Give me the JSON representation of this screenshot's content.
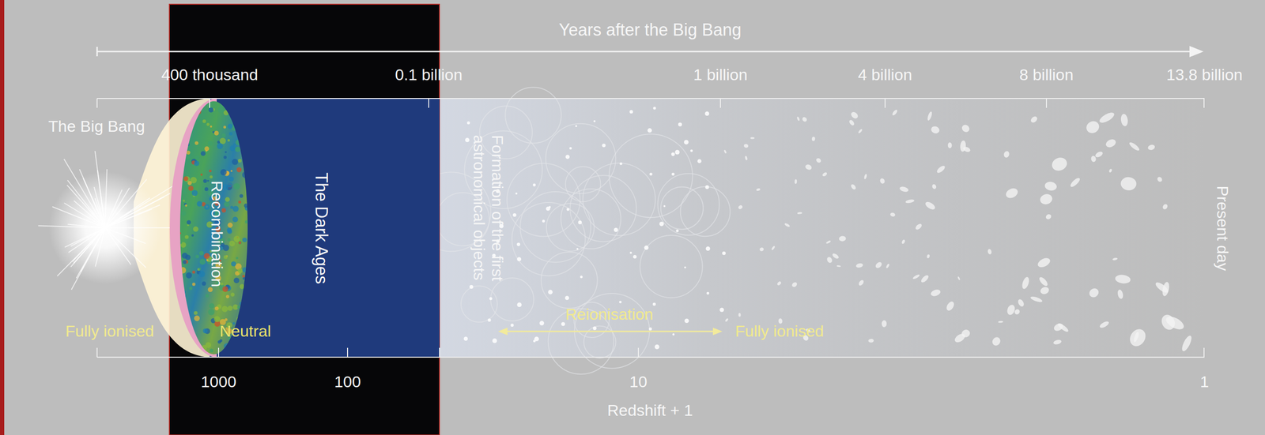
{
  "diagram": {
    "labels": [
      "Years after the Big Bang",
      "400 thousand",
      "0.1 billion",
      "1 billion",
      "4 billion",
      "8 billion",
      "13.8 billion",
      "The Big Bang",
      "Recombination",
      "The Dark Ages",
      "Formation of the first astronomical objects",
      "Reionisation",
      "Fully ionised",
      "Neutral",
      "Fully ionised",
      "Present day",
      "1000",
      "100",
      "10",
      "1",
      "Redshift + 1"
    ]
  }
}
